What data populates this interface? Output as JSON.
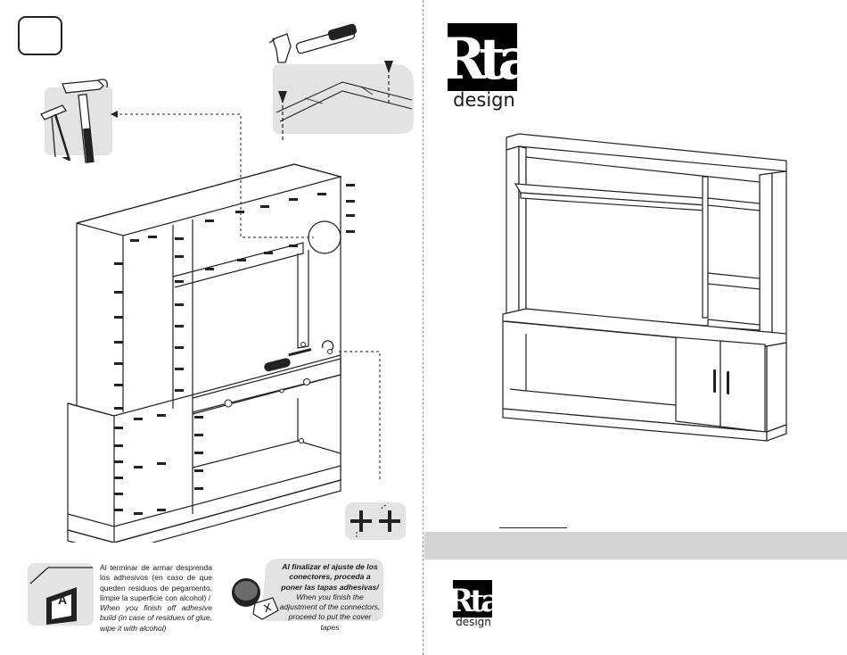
{
  "notes": {
    "adhesive": {
      "es": "Al terminar de armar desprenda los adhesivos (en caso de que queden residuos de pegamento, limpie la superficie con alcohol) /",
      "en": "When you finish off adhesive build (in case of residues of glue, wipe it with alcohol)"
    },
    "connectors": {
      "es": "Al finalizar el ajuste de los conectores, proceda a poner las tapas adhesivas/",
      "en": "When you finish the adjustment of the connectors, proceed to put the cover tapes"
    },
    "sticker_letter": "A"
  },
  "brand": {
    "logo_letters": "Rta",
    "logo_word": "design"
  },
  "colors": {
    "ink": "#1a1a1a",
    "panel": "#e3e3e3",
    "band": "#d4d4d4"
  },
  "icons": [
    "hammer-and-nail-icon",
    "hammer-icon",
    "screwdriver-icon",
    "adjust-cross-icon",
    "sticker-icon",
    "cover-cap-icon",
    "magnify-circle-icon"
  ]
}
